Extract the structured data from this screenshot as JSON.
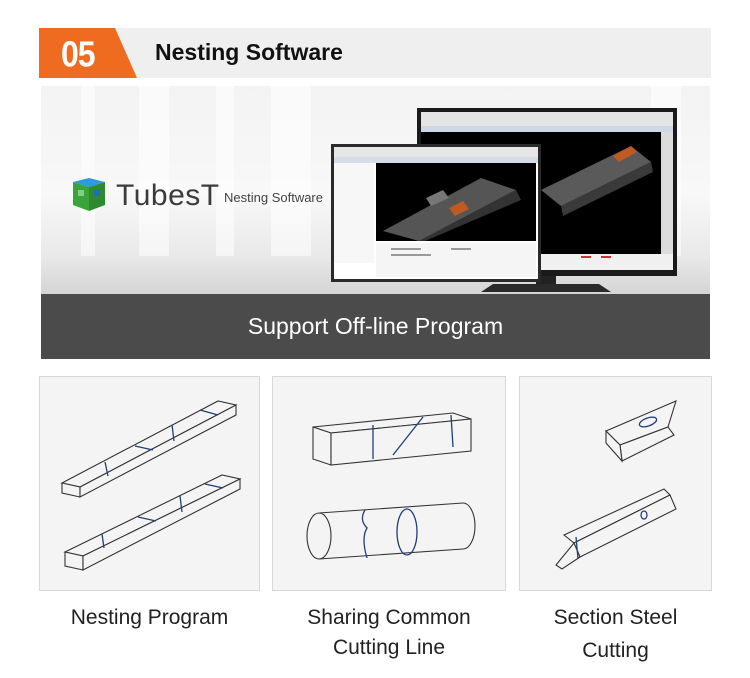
{
  "header": {
    "number": "05",
    "title": "Nesting Software",
    "accent_color": "#ee6b1f"
  },
  "banner": {
    "logo_icon": "tubest-cube-logo",
    "logo_text": "TubesT",
    "logo_subtitle": "Nesting Software",
    "strip_text": "Support Off-line Program"
  },
  "cards": [
    {
      "caption": "Nesting Program",
      "illustration": "two-square-tubes-with-cut-lines"
    },
    {
      "caption_line1": "Sharing Common",
      "caption_line2": "Cutting Line",
      "illustration": "square-and-round-tube-with-shared-cuts"
    },
    {
      "caption_line1": "Section Steel",
      "caption_line2": "Cutting",
      "illustration": "angle-steel-sections-with-holes"
    }
  ]
}
